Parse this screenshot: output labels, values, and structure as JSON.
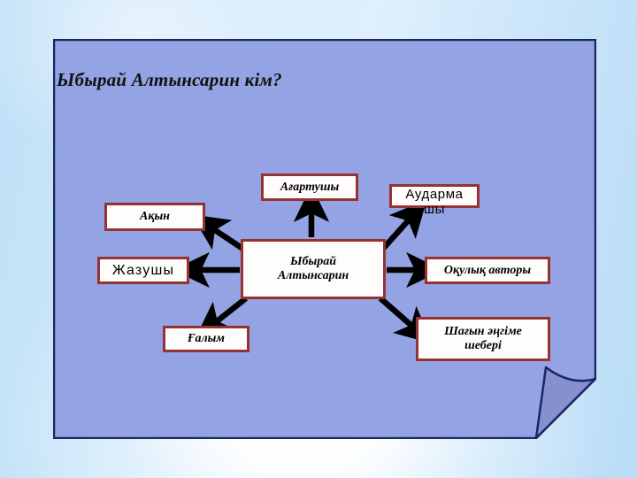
{
  "slide": {
    "title": "Ыбырай Алтынсарин кім?",
    "panel_fill": "#93a3e3",
    "panel_border": "#1b2560",
    "fold_fill": "#8591cf",
    "background_top": "#c7e4f9",
    "box_border": "#963232",
    "box_fill": "#fffdfc",
    "arrow_color": "#000000"
  },
  "diagram": {
    "type": "mind-map",
    "center": {
      "id": "center",
      "label": "Ыбырай\nАлтынсарин"
    },
    "nodes": [
      {
        "id": "aqyn",
        "label": "Ақын",
        "direction": "up-left"
      },
      {
        "id": "agartushy",
        "label": "Ағартушы",
        "direction": "up"
      },
      {
        "id": "audarmashy",
        "label": "Аударма\nшы",
        "direction": "up-right"
      },
      {
        "id": "zhazushy",
        "label": "Жазушы",
        "direction": "left"
      },
      {
        "id": "okulyk",
        "label": "Оқулық авторы",
        "direction": "right"
      },
      {
        "id": "galym",
        "label": "Ғалым",
        "direction": "down-left"
      },
      {
        "id": "shagyn",
        "label": "Шағын әңгіме\nшебері",
        "direction": "down-right"
      }
    ]
  }
}
